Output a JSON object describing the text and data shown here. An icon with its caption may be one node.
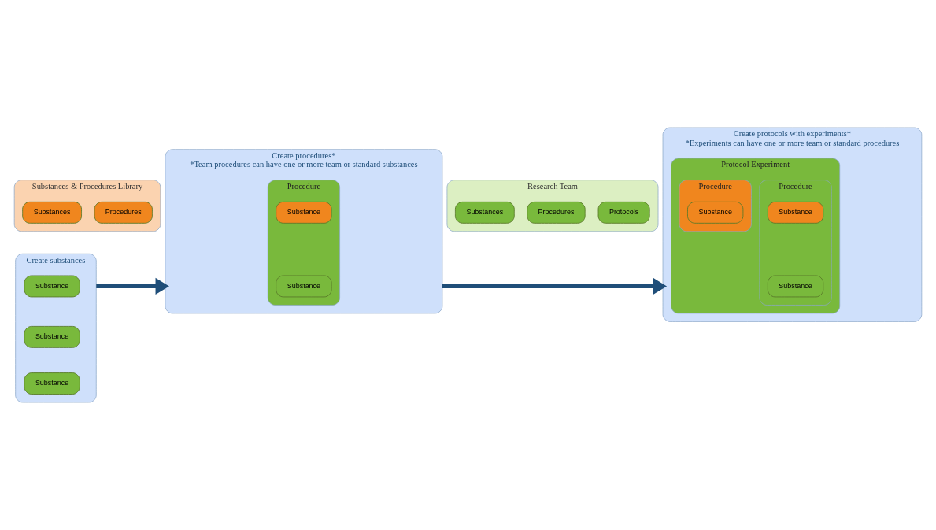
{
  "diagram": {
    "nodes": [
      {
        "text": [
          "Substances & Procedures Library"
        ]
      },
      {
        "text": [
          "Substances"
        ],
        "in": 0
      },
      {
        "text": [
          "Procedures"
        ],
        "in": 0
      },
      {
        "text": [
          "Research Team"
        ]
      },
      {
        "text": [
          "Substances"
        ],
        "in": 3
      },
      {
        "text": [
          "Procedures"
        ],
        "in": 3
      },
      {
        "text": [
          "Protocols"
        ],
        "in": 3
      },
      {
        "text": [
          "Create substances"
        ]
      },
      {
        "text": [
          "Substance"
        ],
        "in": 7
      },
      {
        "text": [
          "Substance"
        ],
        "in": 7
      },
      {
        "text": [
          "Substance"
        ],
        "in": 7
      },
      {
        "text": [
          "Create procedures*",
          "*Team procedures can have one or more team or standard substances"
        ]
      },
      {
        "text": [
          "Procedure"
        ],
        "in": 11
      },
      {
        "text": [
          "Substance"
        ],
        "in": 12
      },
      {
        "text": [
          "Substance"
        ],
        "in": 12
      },
      {
        "text": [
          "Create protocols with experiments*",
          "*Experiments can have one or more team or standard procedures"
        ]
      },
      {
        "text": [
          "Protocol Experiment"
        ],
        "in": 15
      },
      {
        "text": [
          "Procedure"
        ],
        "in": 16
      },
      {
        "text": [
          "Substance"
        ],
        "in": 17
      },
      {
        "text": [
          "Substance"
        ],
        "in": 17
      },
      {
        "text": [
          "Procedure"
        ],
        "in": 16
      },
      {
        "text": [
          "Substance"
        ],
        "in": 20
      }
    ],
    "edges": [
      {
        "from": 7,
        "to": 11,
        "arrow": "to"
      },
      {
        "from": 11,
        "to": 15,
        "arrow": "to"
      }
    ]
  }
}
